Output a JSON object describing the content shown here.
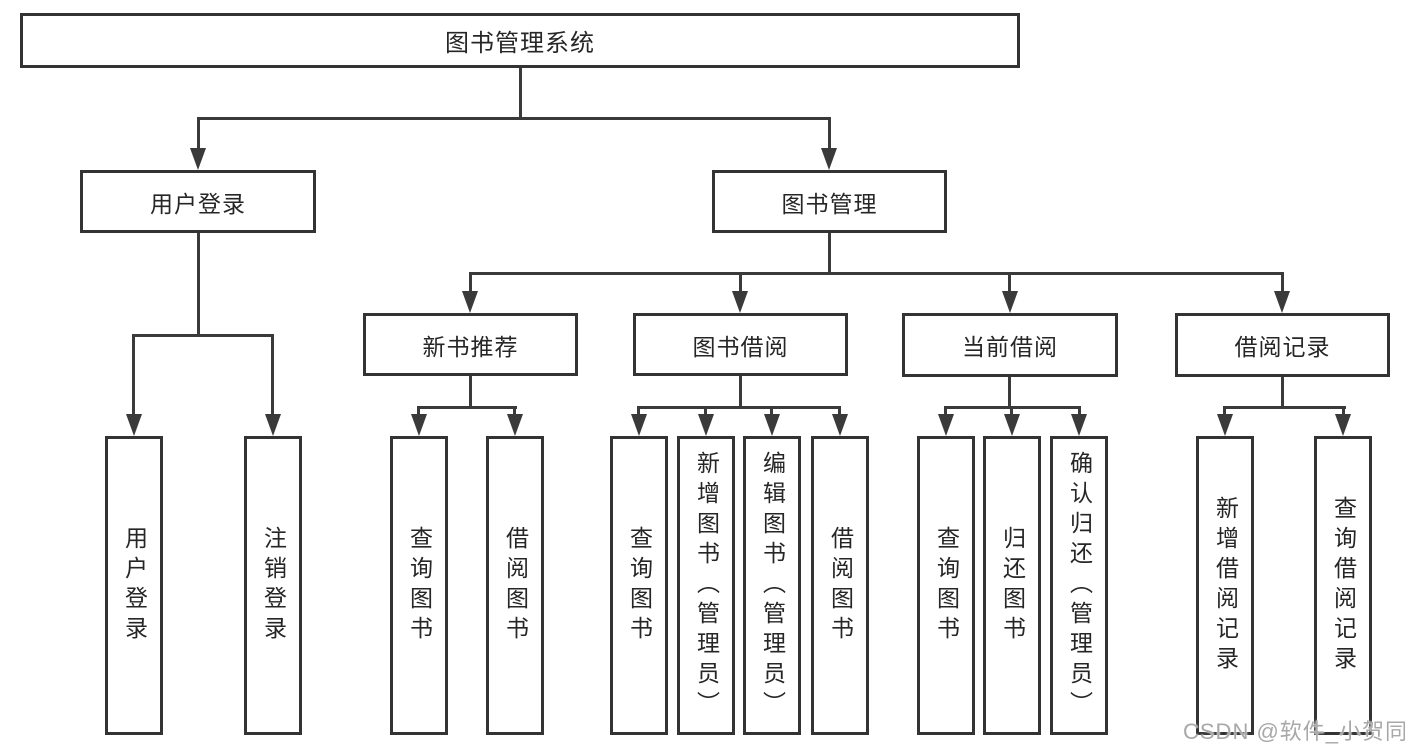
{
  "tree": {
    "root": {
      "label": "图书管理系统",
      "children": [
        {
          "label": "用户登录",
          "children": [
            {
              "label": "用户登录"
            },
            {
              "label": "注销登录"
            }
          ]
        },
        {
          "label": "图书管理",
          "children": [
            {
              "label": "新书推荐",
              "children": [
                {
                  "label": "查询图书"
                },
                {
                  "label": "借阅图书"
                }
              ]
            },
            {
              "label": "图书借阅",
              "children": [
                {
                  "label": "查询图书"
                },
                {
                  "label": "新增图书（管理员）"
                },
                {
                  "label": "编辑图书（管理员）"
                },
                {
                  "label": "借阅图书"
                }
              ]
            },
            {
              "label": "当前借阅",
              "children": [
                {
                  "label": "查询图书"
                },
                {
                  "label": "归还图书"
                },
                {
                  "label": "确认归还（管理员）"
                }
              ]
            },
            {
              "label": "借阅记录",
              "children": [
                {
                  "label": "新增借阅记录"
                },
                {
                  "label": "查询借阅记录"
                }
              ]
            }
          ]
        }
      ]
    }
  },
  "watermark": {
    "text": "CSDN @软件_小贺同学"
  },
  "colors": {
    "line": "#3a3a3a",
    "border": "#333333",
    "text": "#262626",
    "wm": "#a8a8a8",
    "bg": "#ffffff"
  }
}
